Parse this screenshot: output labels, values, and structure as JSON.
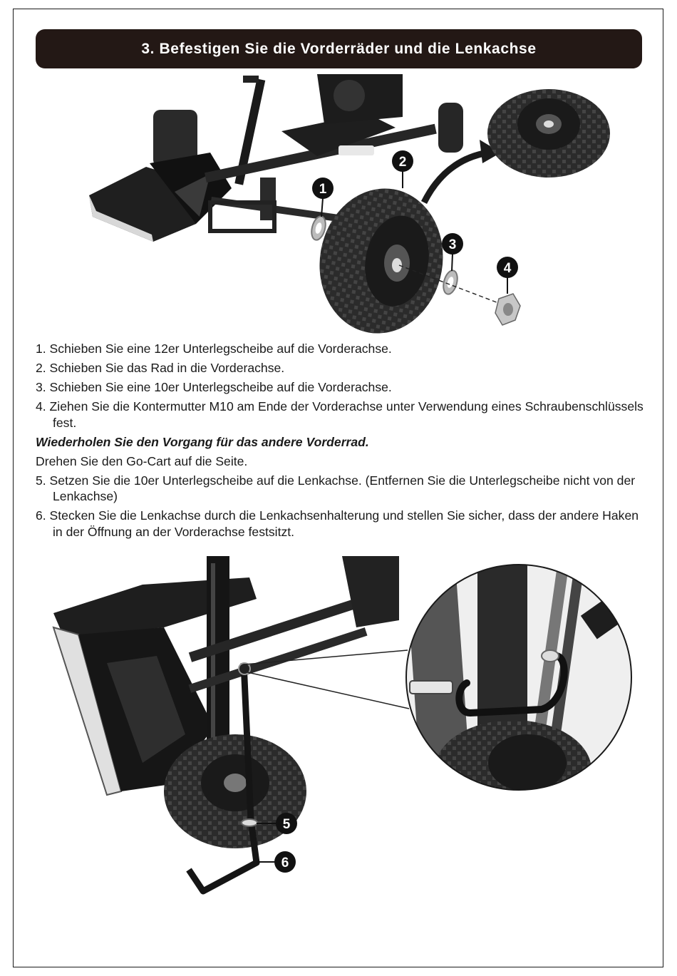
{
  "header": {
    "title": "3. Befestigen Sie die Vorderräder und die Lenkachse"
  },
  "figure_top": {
    "callouts": [
      "1",
      "2",
      "3",
      "4"
    ]
  },
  "instructions": {
    "step1": "1. Schieben Sie eine 12er Unterlegscheibe auf die Vorderachse.",
    "step2": "2. Schieben Sie das Rad in die Vorderachse.",
    "step3": "3. Schieben Sie eine 10er Unterlegscheibe auf die Vorderachse.",
    "step4": "4. Ziehen Sie die Kontermutter M10 am Ende der Vorderachse unter Verwendung eines Schraubenschlüssels fest.",
    "repeat_note": "Wiederholen Sie den Vorgang für das andere Vorderrad.",
    "turn_note": "Drehen Sie den Go-Cart auf die Seite.",
    "step5": "5. Setzen Sie die 10er Unterlegscheibe auf die Lenkachse. (Entfernen Sie die Unterlegscheibe nicht von der Lenkachse)",
    "step6": "6. Stecken Sie die Lenkachse durch die Lenkachsenhalterung und stellen Sie sicher, dass der andere Haken in der Öffnung an der Vorderachse festsitzt."
  },
  "figure_bottom": {
    "callouts": [
      "5",
      "6"
    ]
  }
}
